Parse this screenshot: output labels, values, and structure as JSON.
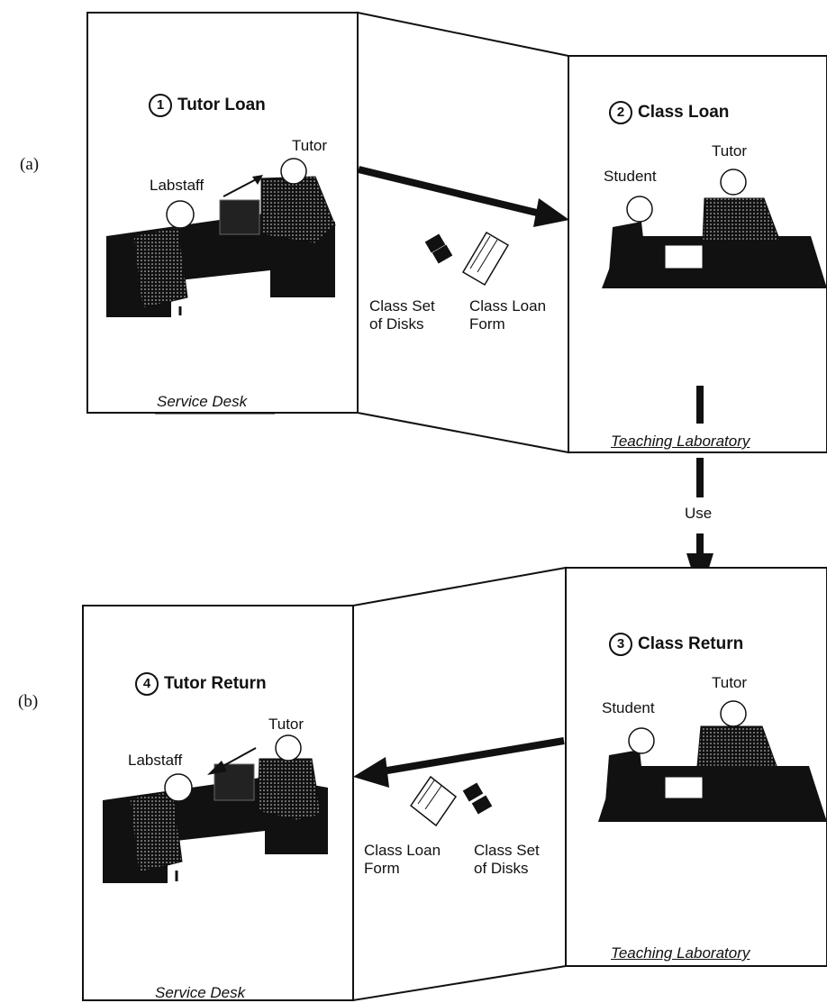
{
  "part_labels": {
    "a": "(a)",
    "b": "(b)"
  },
  "top": {
    "step1": {
      "num": "1",
      "title": "Tutor Loan",
      "tutor": "Tutor",
      "labstaff": "Labstaff",
      "place": "Service Desk"
    },
    "step2": {
      "num": "2",
      "title": "Class Loan",
      "student": "Student",
      "tutor": "Tutor",
      "place": "Teaching Laboratory"
    },
    "items": {
      "disks_line1": "Class Set",
      "disks_line2": "of Disks",
      "form_line1": "Class Loan",
      "form_line2": "Form"
    }
  },
  "middle": {
    "use": "Use"
  },
  "bottom": {
    "step3": {
      "num": "3",
      "title": "Class Return",
      "student": "Student",
      "tutor": "Tutor",
      "place": "Teaching Laboratory"
    },
    "step4": {
      "num": "4",
      "title": "Tutor Return",
      "tutor": "Tutor",
      "labstaff": "Labstaff",
      "place": "Service Desk"
    },
    "items": {
      "form_line1": "Class Loan",
      "form_line2": "Form",
      "disks_line1": "Class Set",
      "disks_line2": "of Disks"
    }
  }
}
